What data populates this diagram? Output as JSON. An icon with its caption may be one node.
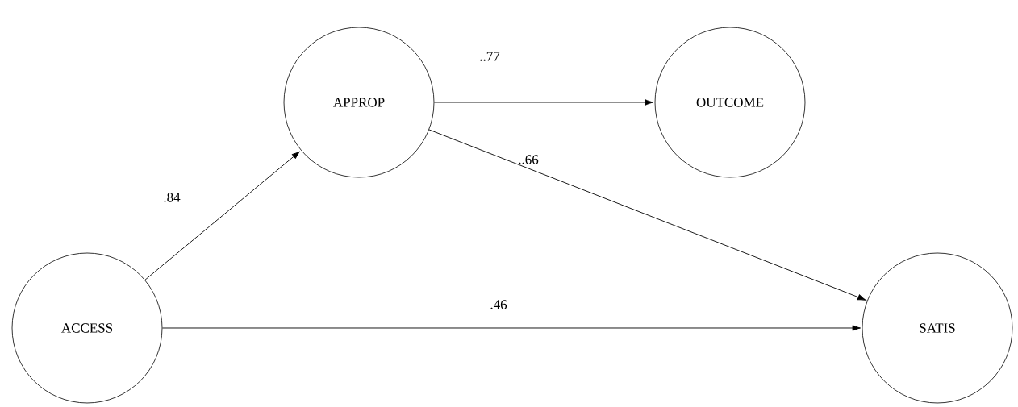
{
  "diagram": {
    "nodes": [
      {
        "text": [
          "APPROP"
        ]
      },
      {
        "text": [
          "OUTCOME"
        ]
      },
      {
        "text": [
          "ACCESS"
        ]
      },
      {
        "text": [
          "SATIS"
        ]
      }
    ],
    "edges": [
      {
        "from": 2,
        "to": 0,
        "arrow": "to",
        "label": ".84"
      },
      {
        "from": 0,
        "to": 1,
        "arrow": "to",
        "label": "..77"
      },
      {
        "from": 0,
        "to": 3,
        "arrow": "to",
        "label": "..66"
      },
      {
        "from": 2,
        "to": 3,
        "arrow": "to",
        "label": ".46"
      }
    ]
  }
}
